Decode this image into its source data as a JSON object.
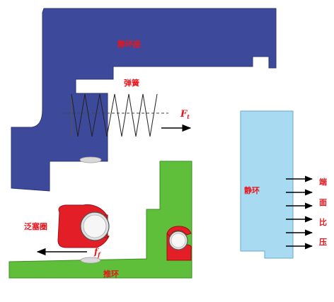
{
  "labels": {
    "seat": "静环座",
    "spring": "弹簧",
    "spring_force": "F",
    "spring_force_sub": "t",
    "stationary_ring": "静环",
    "end_face_pressure": [
      "端",
      "面",
      "比",
      "压"
    ],
    "fan_seal": "泛塞圈",
    "friction_force": "f",
    "friction_force_sub": "f",
    "push_ring": "推环"
  },
  "colors": {
    "seat": "#3d4a9c",
    "push_ring": "#5fbf3a",
    "stationary_ring": "#a8daf2",
    "seal": "#e41e26",
    "label": "#e8141c"
  }
}
